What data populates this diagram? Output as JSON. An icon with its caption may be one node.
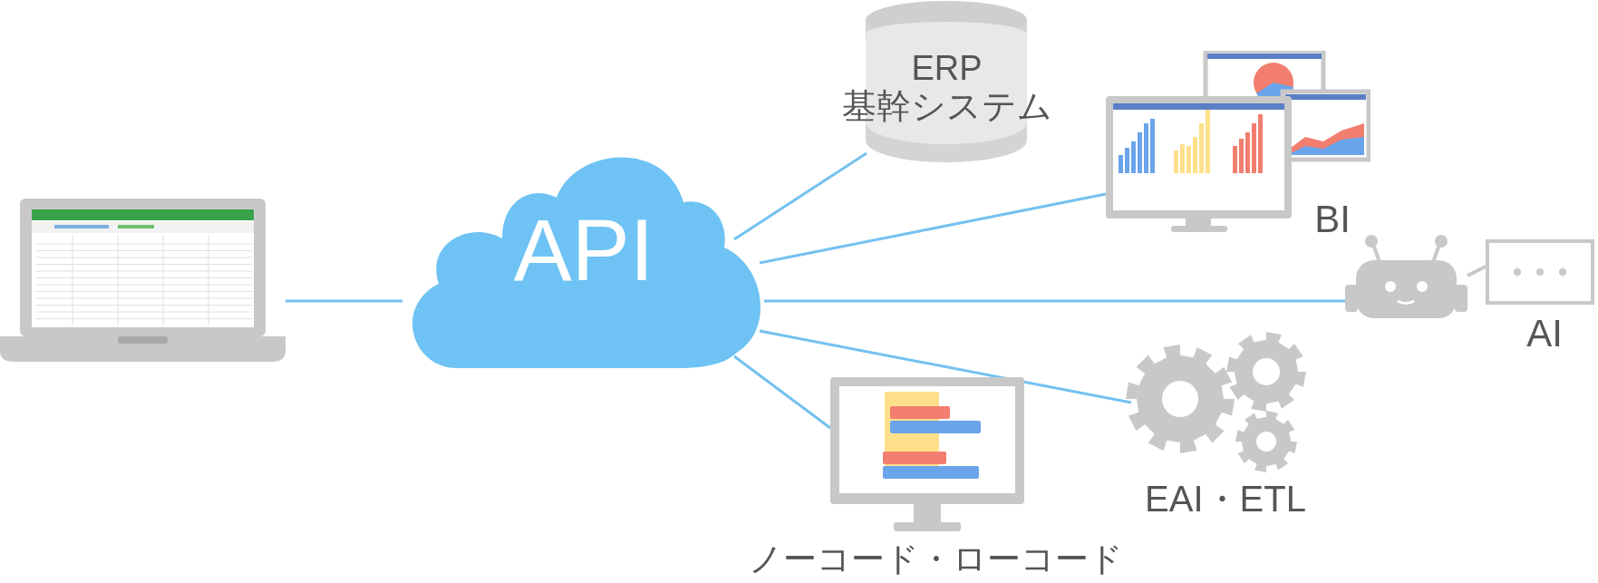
{
  "diagram": {
    "nodes": [
      {
        "text": [],
        "shape": "picture"
      },
      {
        "text": [
          "API"
        ]
      },
      {
        "text": [
          "ERP 基幹システム"
        ]
      },
      {
        "text": [
          "BI"
        ]
      },
      {
        "text": [
          "AI"
        ]
      },
      {
        "text": [
          "EAI・ETL"
        ]
      },
      {
        "text": [
          "ノーコード・ローコード"
        ]
      }
    ],
    "edges": [
      {
        "from": 1,
        "to": 0,
        "arrow": "none"
      },
      {
        "from": 1,
        "to": 2,
        "arrow": "none"
      },
      {
        "from": 1,
        "to": 3,
        "arrow": "none"
      },
      {
        "from": 1,
        "to": 4,
        "arrow": "none"
      },
      {
        "from": 1,
        "to": 5,
        "arrow": "none"
      },
      {
        "from": 1,
        "to": 6,
        "arrow": "none"
      }
    ]
  }
}
